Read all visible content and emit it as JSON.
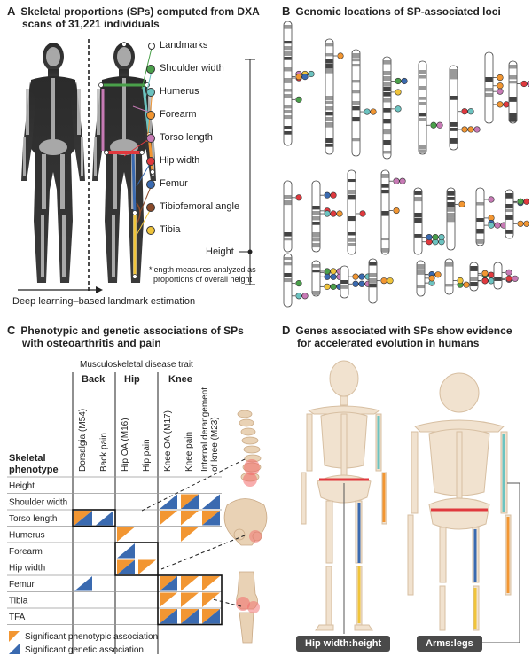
{
  "panelA": {
    "letter": "A",
    "title_line1": "Skeletal proportions (SPs) computed from DXA",
    "title_line2": "scans of 31,221 individuals",
    "legend": [
      {
        "label": "Landmarks",
        "color": "#ffffff"
      },
      {
        "label": "Shoulder width",
        "color": "#4aa04a"
      },
      {
        "label": "Humerus",
        "color": "#6cc3c0"
      },
      {
        "label": "Forearm",
        "color": "#f29632"
      },
      {
        "label": "Torso length",
        "color": "#c77ab5"
      },
      {
        "label": "Hip width",
        "color": "#e0393e"
      },
      {
        "label": "Femur",
        "color": "#3a6ab0"
      },
      {
        "label": "Tibiofemoral angle",
        "color": "#8a4a2a"
      },
      {
        "label": "Tibia",
        "color": "#f0c43a"
      }
    ],
    "height_label": "Height",
    "footnote_line1": "*length measures analyzed as",
    "footnote_line2": "proportions of overall height",
    "arrow_label": "Deep learning–based landmark estimation"
  },
  "panelB": {
    "letter": "B",
    "title": "Genomic locations of SP-associated loci"
  },
  "panelC": {
    "letter": "C",
    "title_line1": "Phenotypic and genetic associations of SPs",
    "title_line2": "with osteoarthritis and pain",
    "disease_header": "Musculoskeletal disease trait",
    "groups": [
      "Back",
      "Hip",
      "Knee"
    ],
    "columns": [
      "Dorsalgia (M54)",
      "Back pain",
      "Hip OA (M16)",
      "Hip pain",
      "Knee OA (M17)",
      "Knee pain",
      "Internal derangement",
      "of knee (M23)"
    ],
    "row_header_line1": "Skeletal",
    "row_header_line2": "phenotype",
    "rows": [
      "Height",
      "Shoulder width",
      "Torso length",
      "Humerus",
      "Forearm",
      "Hip width",
      "Femur",
      "Tibia",
      "TFA"
    ],
    "legend_pheno": "Significant phenotypic association",
    "legend_gen": "Significant genetic association",
    "pheno_color": "#f29632",
    "gen_color": "#3a6ab0"
  },
  "panelD": {
    "letter": "D",
    "title_line1": "Genes associated with SPs show evidence",
    "title_line2": "for accelerated evolution in humans",
    "label_left": "Hip width:height",
    "label_right": "Arms:legs"
  }
}
